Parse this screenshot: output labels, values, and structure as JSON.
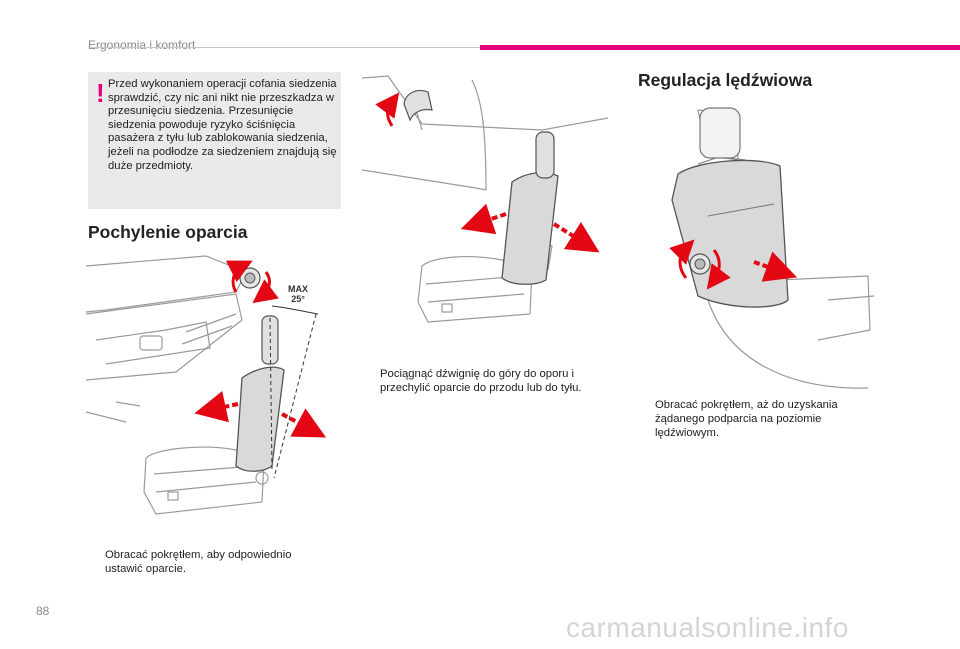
{
  "header": {
    "section": "Ergonomia i komfort"
  },
  "warning": {
    "mark": "!",
    "text": "Przed wykonaniem operacji cofania siedzenia sprawdzić, czy nic ani nikt nie przeszkadza w przesunięciu siedzenia. Przesunięcie siedzenia powoduje ryzyko ściśnięcia pasażera z tyłu lub zablokowania siedzenia, jeżeli na podłodze za siedzeniem znajdują się duże przedmioty."
  },
  "backrest": {
    "title": "Pochylenie oparcia",
    "angle_label_1": "MAX",
    "angle_label_2": "25°",
    "instruction": "Obracać pokrętłem, aby odpowiednio ustawić oparcie."
  },
  "lever": {
    "instruction": "Pociągnąć dźwignię do góry do oporu i przechylić oparcie do przodu lub do tyłu."
  },
  "lumbar": {
    "title": "Regulacja lędźwiowa",
    "instruction": "Obracać pokrętłem, aż do uzyskania żądanego podparcia na poziomie lędźwiowym."
  },
  "bullet_glyph": "",
  "colors": {
    "accent": "#e6007e",
    "arrow_red": "#e30613",
    "warning_bg": "#eaeaea"
  },
  "footer": {
    "page_number": "88",
    "watermark": "carmanualsonline.info"
  }
}
